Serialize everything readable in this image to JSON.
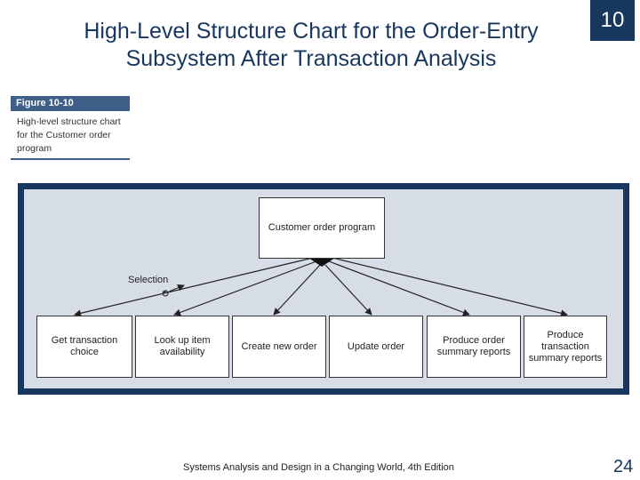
{
  "slide": {
    "title": "High-Level Structure Chart for the Order-Entry Subsystem After Transaction Analysis",
    "chapter": "10",
    "footer": "Systems Analysis and Design in a Changing World, 4th Edition",
    "page_number": "24"
  },
  "figure": {
    "label": "Figure 10-10",
    "caption": "High-level structure chart for the Customer order program"
  },
  "diagram": {
    "root": "Customer order program",
    "selection_label": "Selection",
    "modules": [
      "Get transaction choice",
      "Look up item availability",
      "Create new order",
      "Update order",
      "Produce order summary reports",
      "Produce transaction summary reports"
    ],
    "colors": {
      "frame": "#17375e",
      "panel": "#d7dde7",
      "title": "#17375e"
    }
  }
}
